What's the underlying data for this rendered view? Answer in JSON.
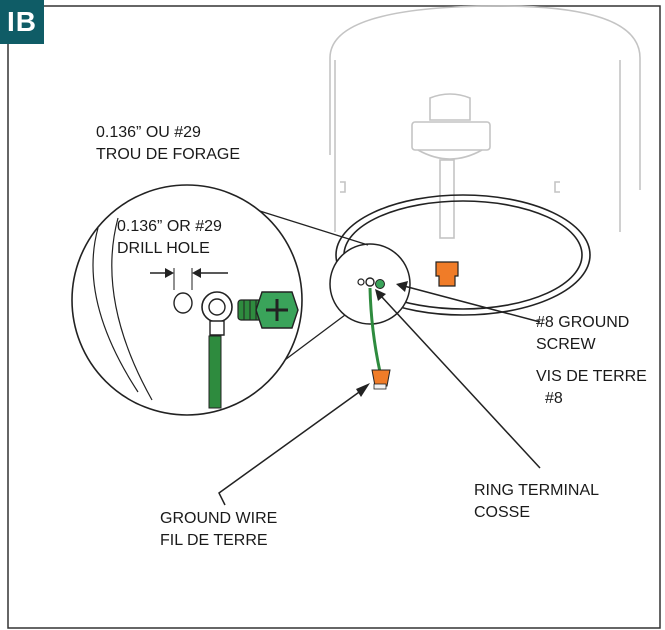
{
  "section_badge": "IB",
  "labels": {
    "drill_hole_fr_1": "0.136” OU #29",
    "drill_hole_fr_2": "TROU DE FORAGE",
    "drill_hole_en_1": "0.136” OR #29",
    "drill_hole_en_2": "DRILL HOLE",
    "ground_screw_en_1": "#8 GROUND",
    "ground_screw_en_2": "SCREW",
    "ground_screw_fr_1": "VIS DE TERRE",
    "ground_screw_fr_2": "#8",
    "ring_terminal_en": "RING TERMINAL",
    "ring_terminal_fr": "COSSE",
    "ground_wire_en": "GROUND WIRE",
    "ground_wire_fr": "FIL DE TERRE"
  },
  "colors": {
    "badge": "#0f5c66",
    "wire": "#2e8b3e",
    "screw": "#3aa35a",
    "connector": "#f07c28",
    "outline": "#222222",
    "housing": "#bfbfbf"
  }
}
